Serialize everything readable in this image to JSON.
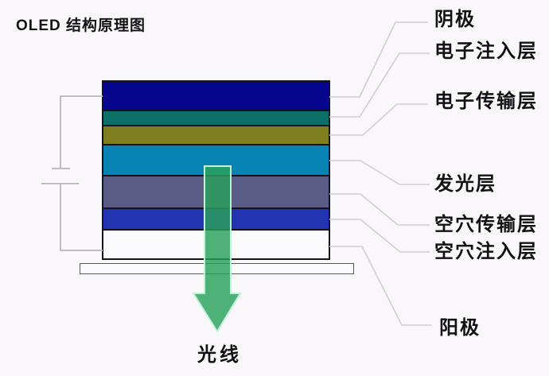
{
  "title": "OLED 结构原理图",
  "labels": {
    "cathode": "阴极",
    "electron_injection": "电子注入层",
    "electron_transport": "电子传输层",
    "emissive": "发光层",
    "hole_transport": "空穴传输层",
    "hole_injection": "空穴注入层",
    "anode": "阳极",
    "light": "光线"
  },
  "layers": [
    {
      "id": "cathode",
      "label": "阴极",
      "color": "#05058e",
      "height": 37
    },
    {
      "id": "electron-injection-layer",
      "label": "电子注入层",
      "color": "#0e6f69",
      "height": 19
    },
    {
      "id": "electron-transport-layer",
      "label": "电子传输层",
      "color": "#7e7e1e",
      "height": 24
    },
    {
      "id": "emissive-layer",
      "label": "发光层",
      "color": "#0884b4",
      "height": 39
    },
    {
      "id": "hole-transport-layer",
      "label": "空穴传输层",
      "color": "#5b5c85",
      "height": 41
    },
    {
      "id": "hole-injection-layer",
      "label": "空穴注入层",
      "color": "#2233b2",
      "height": 27
    },
    {
      "id": "anode",
      "label": "阳极",
      "color": "#fbfafd",
      "height": 35
    }
  ],
  "colors": {
    "background": "#f9f7fa",
    "layer_border": "#13131e",
    "leader_line": "#d2cbd7",
    "circuit_wire": "#c3b9c7",
    "arrow_fill": "#28a15a",
    "arrow_outline": "#c9eedd",
    "substrate_fill": "#fbfafc",
    "substrate_border": "#5a5a5a",
    "text": "#121212"
  }
}
